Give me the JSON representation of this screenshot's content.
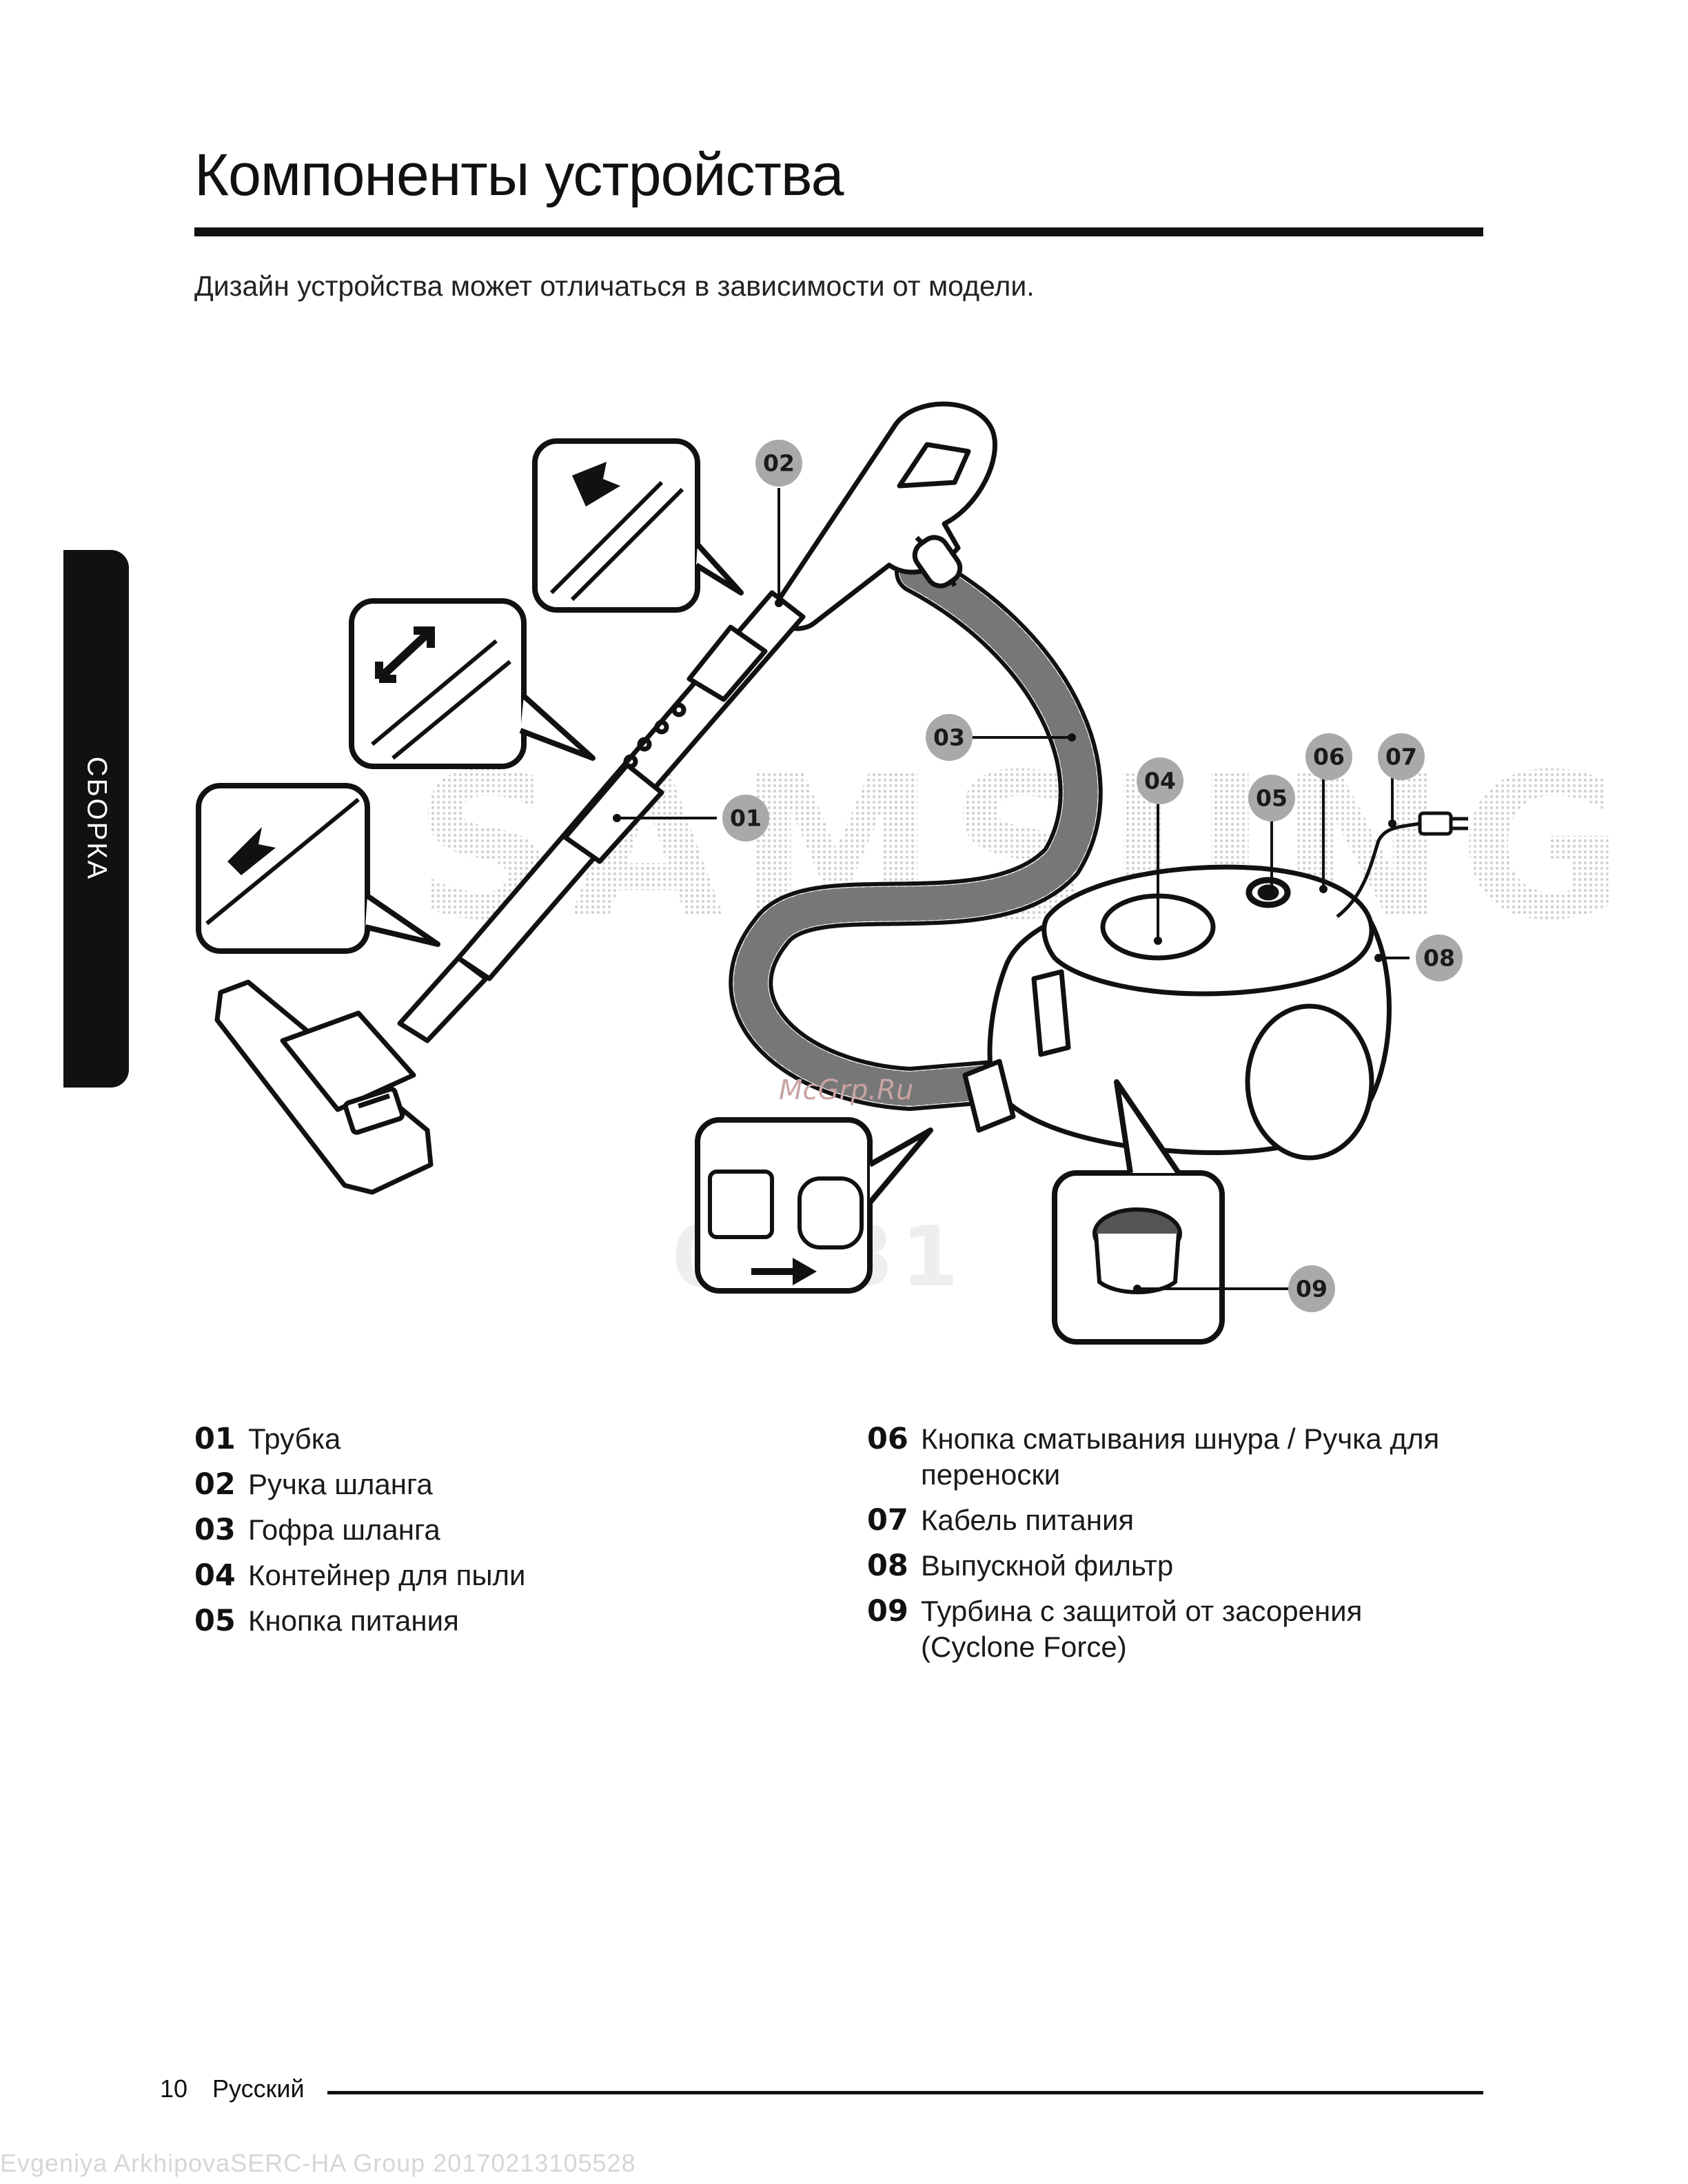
{
  "page": {
    "title": "Компоненты устройства",
    "subtitle": "Дизайн устройства может отличаться в зависимости от модели.",
    "side_tab": "СБОРКА"
  },
  "diagram": {
    "callouts": [
      "01",
      "02",
      "03",
      "04",
      "05",
      "06",
      "07",
      "08",
      "09"
    ],
    "watermarks": {
      "brand": "SAMSUNG",
      "site": "McGrp.Ru",
      "code": "0 231"
    }
  },
  "legend": {
    "left": [
      {
        "num": "01",
        "label": "Трубка"
      },
      {
        "num": "02",
        "label": "Ручка шланга"
      },
      {
        "num": "03",
        "label": "Гофра шланга"
      },
      {
        "num": "04",
        "label": "Контейнер для пыли"
      },
      {
        "num": "05",
        "label": "Кнопка питания"
      }
    ],
    "right": [
      {
        "num": "06",
        "label": "Кнопка сматывания шнура / Ручка для переноски"
      },
      {
        "num": "07",
        "label": "Кабель питания"
      },
      {
        "num": "08",
        "label": "Выпускной фильтр"
      },
      {
        "num": "09",
        "label": "Турбина с защитой от засорения (Cyclone Force)"
      }
    ]
  },
  "footer": {
    "page_number": "10",
    "language": "Русский",
    "watermark": "Evgeniya ArkhipovaSERC-HA Group 20170213105528"
  },
  "colors": {
    "ink": "#111111",
    "callout_fill": "#a9a9a9",
    "watermark": "#dcdcdc"
  }
}
